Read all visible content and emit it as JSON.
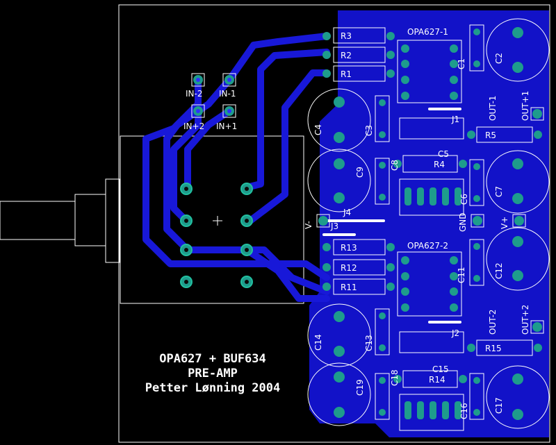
{
  "title_lines": [
    "OPA627 + BUF634",
    "PRE-AMP",
    "Petter Lønning 2004"
  ],
  "inputs": [
    "IN-2",
    "IN-1",
    "IN+2",
    "IN+1"
  ],
  "outputs": [
    "OUT-1",
    "OUT+1",
    "OUT-2",
    "OUT+2"
  ],
  "power": [
    "V-",
    "GND",
    "V+"
  ],
  "ic1": "OPA627-1",
  "ic2": "OPA627-2",
  "resistors": [
    "R3",
    "R2",
    "R1",
    "R5",
    "R4",
    "R13",
    "R12",
    "R11",
    "R15",
    "R14"
  ],
  "capacitors": [
    "C1",
    "C2",
    "C3",
    "C4",
    "C5",
    "C6",
    "C7",
    "C8",
    "C9",
    "C11",
    "C12",
    "C13",
    "C14",
    "C15",
    "C16",
    "C17",
    "C18",
    "C19"
  ],
  "jumpers": [
    "J1",
    "J2",
    "J3",
    "J4"
  ],
  "colors": {
    "copper": "#1010d0",
    "pad": "#20b0a0",
    "silkscreen": "#ffffff",
    "board": "#000000"
  }
}
